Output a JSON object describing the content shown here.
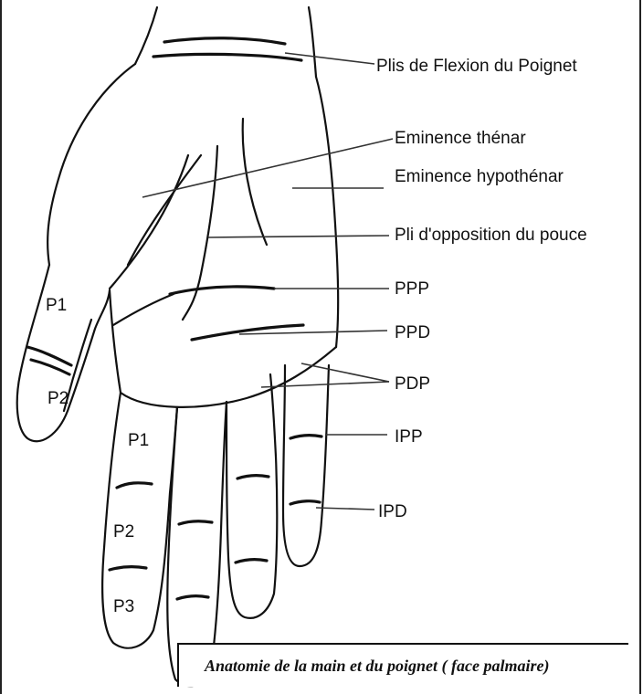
{
  "labels": {
    "plis_flexion_poignet": "Plis de Flexion du Poignet",
    "eminence_thenar": "Eminence thénar",
    "eminence_hypothenar": "Eminence hypothénar",
    "pli_opposition_pouce": "Pli d'opposition du pouce",
    "ppp": "PPP",
    "ppd": "PPD",
    "pdp": "PDP",
    "ipp": "IPP",
    "ipd": "IPD"
  },
  "phalanges": {
    "thumb_p1": "P1",
    "thumb_p2": "P2",
    "index_p1": "P1",
    "index_p2": "P2",
    "index_p3": "P3"
  },
  "caption": "Anatomie de la main et du poignet ( face palmaire)"
}
